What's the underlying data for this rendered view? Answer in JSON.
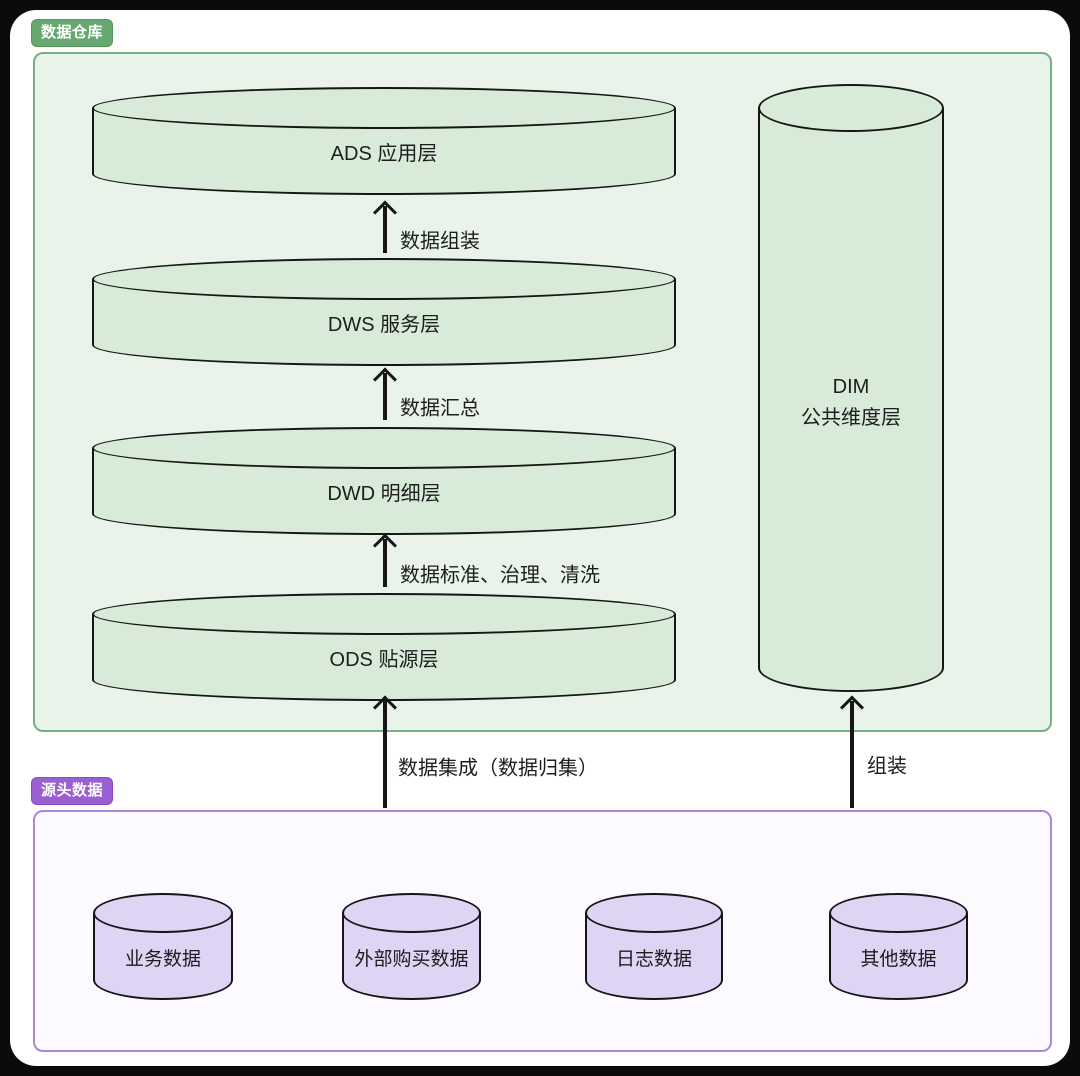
{
  "colors": {
    "frame": "#0b0b0b",
    "green_badge": "#67a770",
    "green_panel_bg": "#e9f3e9",
    "green_panel_border": "#79ae80",
    "green_cylinder_fill": "#d7ebd8",
    "purple_badge": "#9a5fd0",
    "purple_panel_bg": "#fcfaff",
    "purple_panel_border": "#a987d9",
    "purple_cylinder_fill": "#ded4f4",
    "outline": "#161616"
  },
  "warehouse": {
    "badge": "数据仓库",
    "layers": [
      {
        "label": "ADS 应用层"
      },
      {
        "label": "DWS 服务层"
      },
      {
        "label": "DWD 明细层"
      },
      {
        "label": "ODS 贴源层"
      }
    ],
    "dim": {
      "line1": "DIM",
      "line2": "公共维度层"
    },
    "flows": [
      {
        "label": "数据组装"
      },
      {
        "label": "数据汇总"
      },
      {
        "label": "数据标准、治理、清洗"
      }
    ]
  },
  "source": {
    "badge": "源头数据",
    "databases": [
      {
        "label": "业务数据"
      },
      {
        "label": "外部购买数据"
      },
      {
        "label": "日志数据"
      },
      {
        "label": "其他数据"
      }
    ],
    "flow_to_ods": "数据集成（数据归集）",
    "flow_to_dim": "组装"
  }
}
